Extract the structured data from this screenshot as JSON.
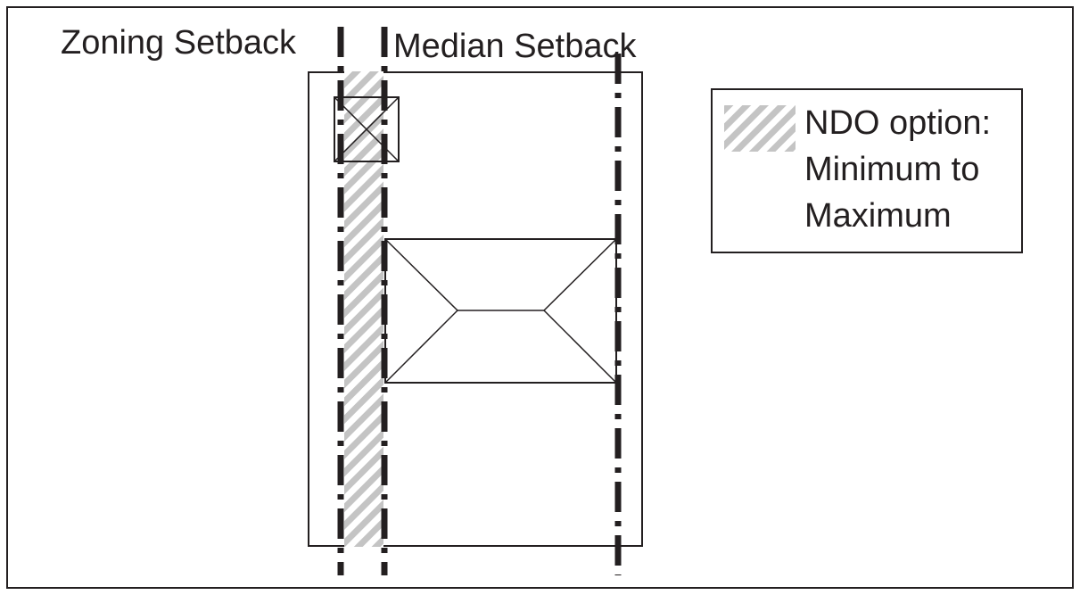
{
  "labels": {
    "zoning_setback": "Zoning Setback",
    "median_setback": "Median Setback"
  },
  "legend": {
    "line1": "NDO option:",
    "line2": "Minimum to",
    "line3": "Maximum"
  },
  "colors": {
    "ink": "#231f20",
    "hatch": "#bdbdbd"
  }
}
